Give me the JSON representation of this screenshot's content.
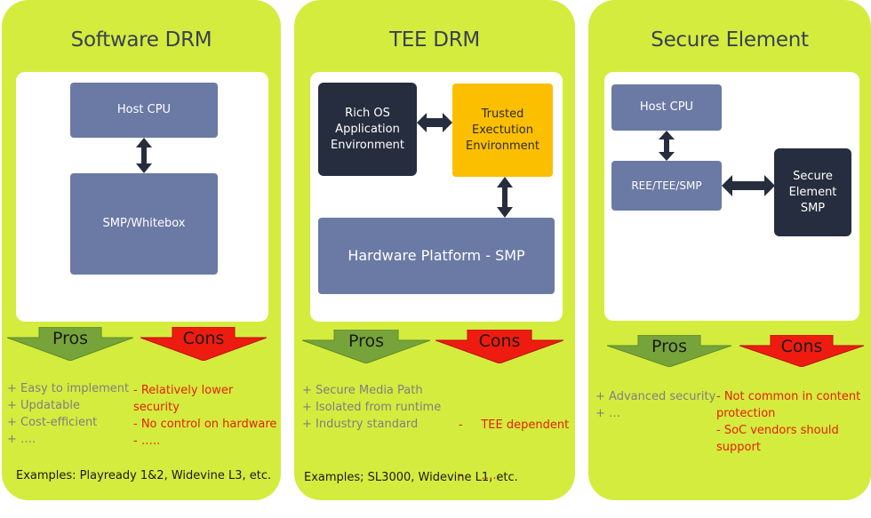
{
  "panels": [
    {
      "title": "Software DRM",
      "blocks": [
        "Host CPU",
        "SMP/Whitebox"
      ],
      "pros_label": "Pros",
      "cons_label": "Cons",
      "pros": [
        "+ Easy to implement",
        "+ Updatable",
        "+ Cost-efficient",
        "+ …."
      ],
      "cons": [
        "- Relatively lower security",
        "- No control on hardware",
        "- ….."
      ],
      "examples": "Examples: Playready 1&2, Widevine L3, etc."
    },
    {
      "title": "TEE DRM",
      "blocks": [
        "Rich OS Application Environment",
        "Trusted Exectution Environment",
        "Hardware Platform - SMP"
      ],
      "pros_label": "Pros",
      "cons_label": "Cons",
      "pros": [
        "+ Secure Media Path",
        "+ Isolated from runtime",
        "+ Industry standard"
      ],
      "cons": [
        "-     TEE dependent",
        "-     ….."
      ],
      "examples": "Examples; SL3000,  Widevine L1, etc."
    },
    {
      "title": "Secure Element",
      "blocks": [
        "Host CPU",
        "REE/TEE/SMP",
        "Secure Element SMP"
      ],
      "pros_label": "Pros",
      "cons_label": "Cons",
      "pros": [
        "+ Advanced security",
        "+ …"
      ],
      "cons": [
        "- Not common  in content protection",
        "- SoC vendors  should support"
      ]
    }
  ],
  "colors": {
    "panel": "#d4ec3e",
    "block_purple": "#6b7aa4",
    "block_dark": "#262d3e",
    "block_orange": "#fcbf00",
    "pros_arrow": "#77a43a",
    "cons_arrow": "#ee1c10",
    "cons_text": "#e4210b"
  }
}
